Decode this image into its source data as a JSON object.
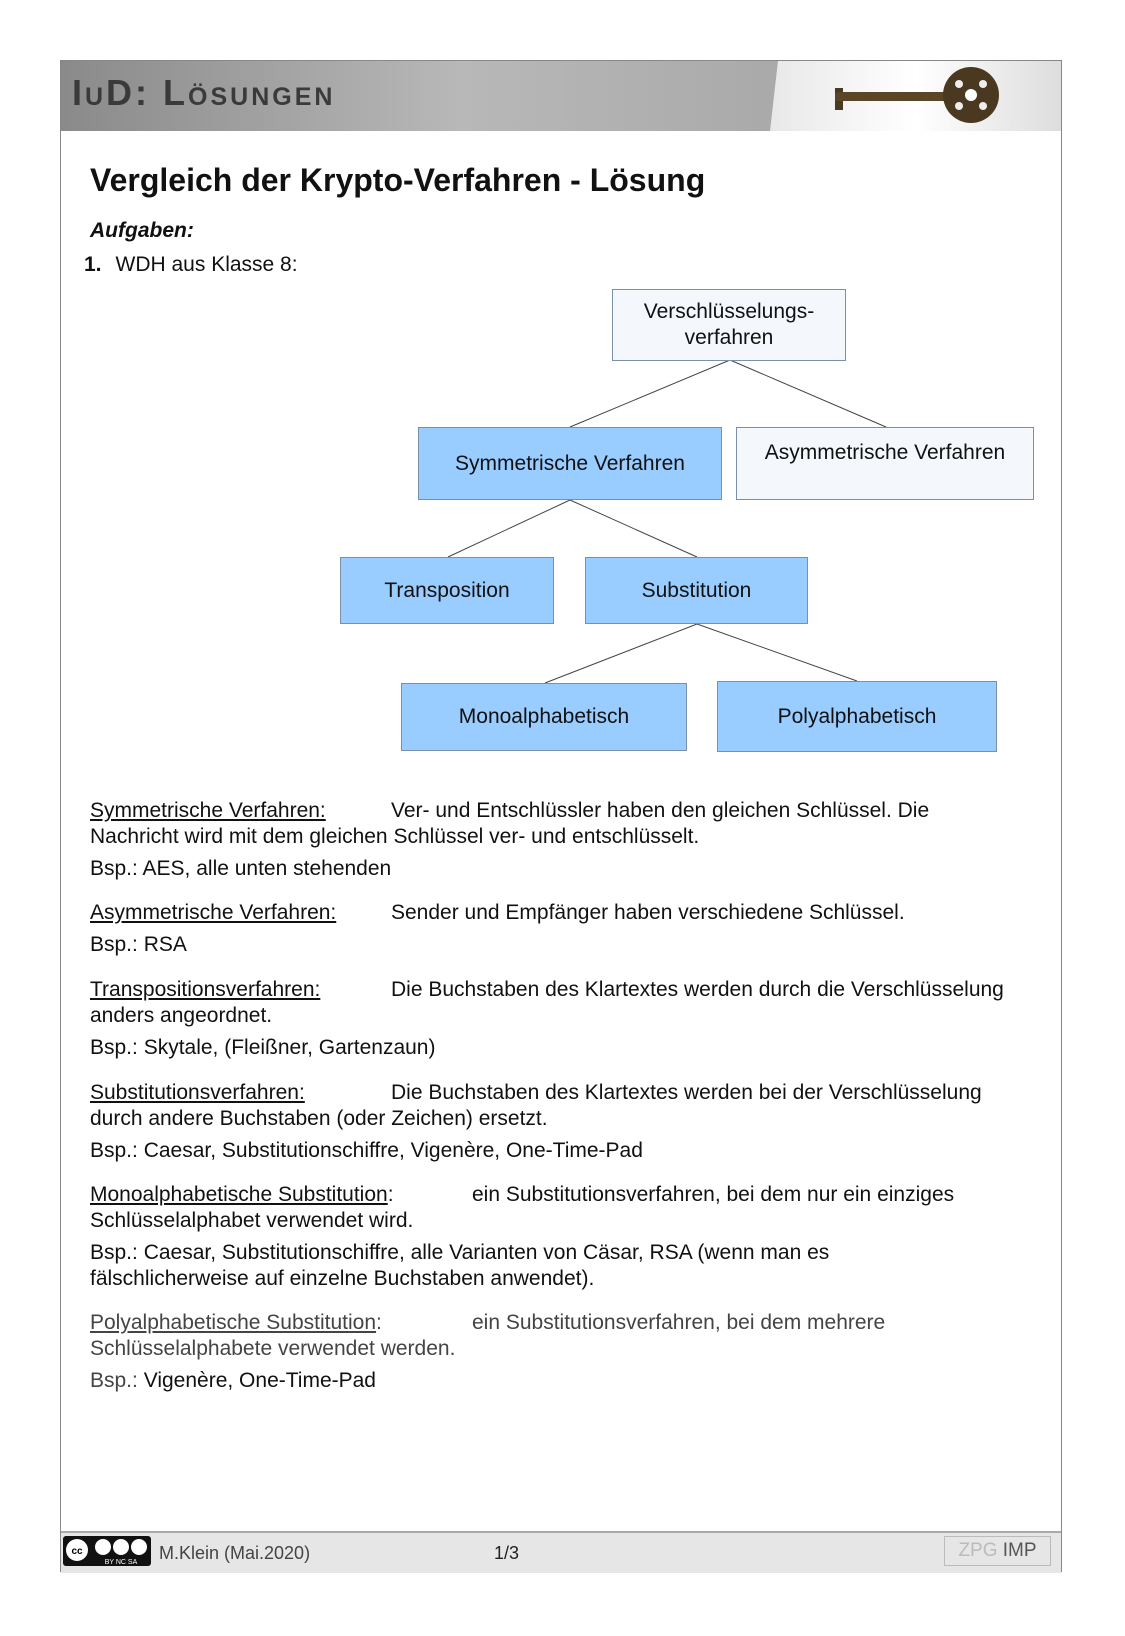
{
  "header": {
    "title": "IuD: Lösungen"
  },
  "title": "Vergleich der Krypto-Verfahren - Lösung",
  "aufgaben": "Aufgaben:",
  "task": {
    "number": "1.",
    "text": "WDH aus Klasse 8:"
  },
  "diagram": {
    "root": "Verschlüsselungs-\nverfahren",
    "root_l1": "Verschlüsselungs-",
    "root_l2": "verfahren",
    "sym": "Symmetrische Verfahren",
    "asym": "Asymmetrische Verfahren",
    "trans": "Transposition",
    "subst": "Substitution",
    "mono": "Monoalphabetisch",
    "poly": "Polyalphabetisch"
  },
  "defs": [
    {
      "term": "Symmetrische Verfahren:",
      "first": "Ver- und Entschlüssler haben den gleichen Schlüssel. Die",
      "rest": "Nachricht wird mit dem gleichen Schlüssel ver- und entschlüsselt.",
      "ex": "Bsp.: AES, alle unten stehenden"
    },
    {
      "term": "Asymmetrische Verfahren:",
      "first": "Sender und Empfänger haben verschiedene Schlüssel.",
      "rest": "",
      "ex": "Bsp.: RSA"
    },
    {
      "term": "Transpositionsverfahren:",
      "first": "Die Buchstaben des Klartextes werden durch die Verschlüsselung",
      "rest": "anders angeordnet.",
      "ex": "Bsp.: Skytale, (Fleißner, Gartenzaun)"
    },
    {
      "term": "Substitutionsverfahren:",
      "first": "Die Buchstaben des Klartextes werden bei der Verschlüsselung",
      "rest": "durch andere Buchstaben (oder Zeichen) ersetzt.",
      "ex": "Bsp.: Caesar, Substitutionschiffre, Vigenère, One-Time-Pad"
    },
    {
      "term": "Monoalphabetische Substitution",
      "colon": ":",
      "first": "ein Substitutionsverfahren, bei dem nur ein einziges",
      "rest": "Schlüsselalphabet verwendet wird.",
      "ex": "Bsp.: Caesar, Substitutionschiffre, alle Varianten von Cäsar, RSA (wenn man es",
      "ex2": "fälschlicherweise auf einzelne Buchstaben anwendet)."
    },
    {
      "term": "Polyalphabetische Substitution",
      "colon": ":",
      "first": "ein Substitutionsverfahren, bei dem mehrere",
      "rest": "Schlüsselalphabete verwendet werden.",
      "ex_label": "Bsp.:",
      "ex": "Vigenère, One-Time-Pad"
    }
  ],
  "footer": {
    "license": "BY NC SA",
    "author": "M.Klein (Mai.2020)",
    "page": "1/3",
    "zpg": "ZPG",
    "imp": "IMP"
  }
}
